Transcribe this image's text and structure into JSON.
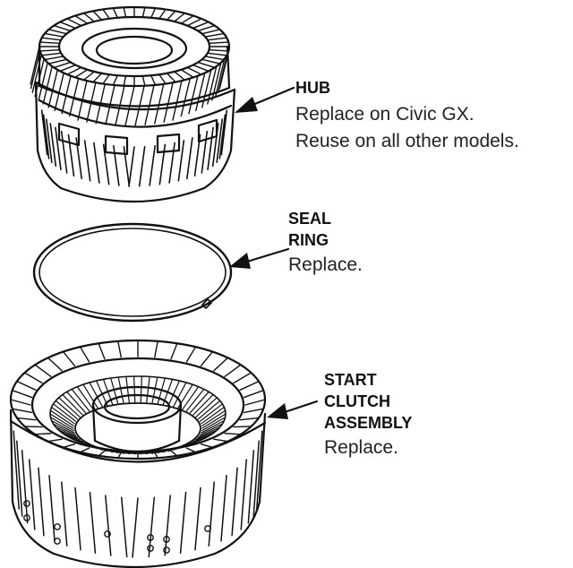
{
  "parts": [
    {
      "id": "hub",
      "title_lines": [
        "HUB"
      ],
      "note_lines": [
        "Replace on Civic GX.",
        "Reuse on all other models."
      ]
    },
    {
      "id": "seal-ring",
      "title_lines": [
        "SEAL",
        "RING"
      ],
      "note_lines": [
        "Replace."
      ]
    },
    {
      "id": "start-clutch",
      "title_lines": [
        "START",
        "CLUTCH",
        "ASSEMBLY"
      ],
      "note_lines": [
        "Replace."
      ]
    }
  ],
  "colors": {
    "ink": "#111111",
    "background": "#ffffff"
  }
}
